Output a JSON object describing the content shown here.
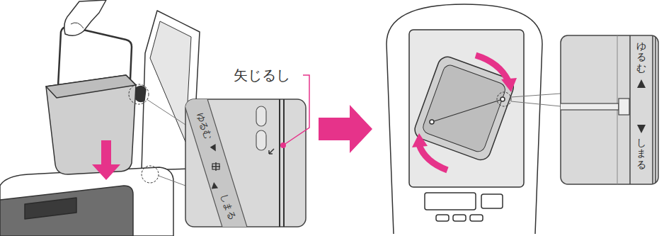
{
  "diagram": {
    "labels": [
      "矢じるし",
      "ゆるむ",
      "しまる",
      "ゆるむ",
      "しまる"
    ]
  }
}
